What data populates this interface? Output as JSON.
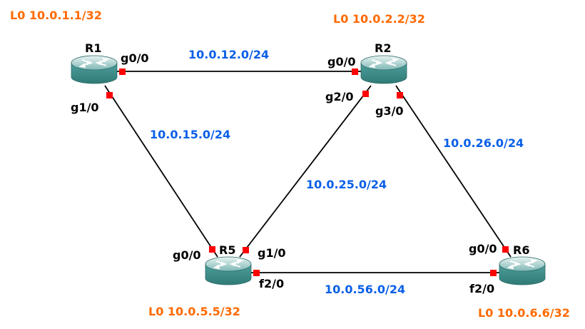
{
  "colors": {
    "loopback": "#ff6a00",
    "network": "#0a5fe8",
    "interface_dot": "#ff0000",
    "router_body": "#3d8f8c",
    "link": "#000000"
  },
  "routers": [
    {
      "id": "R1",
      "name": "R1",
      "loopback": "L0 10.0.1.1/32",
      "icon": "router-icon"
    },
    {
      "id": "R2",
      "name": "R2",
      "loopback": "L0 10.0.2.2/32",
      "icon": "router-icon"
    },
    {
      "id": "R5",
      "name": "R5",
      "loopback": "L0 10.0.5.5/32",
      "icon": "router-icon"
    },
    {
      "id": "R6",
      "name": "R6",
      "loopback": "L0 10.0.6.6/32",
      "icon": "router-icon"
    }
  ],
  "links": [
    {
      "id": "r1-r2",
      "from": "R1",
      "to": "R2",
      "network": "10.0.12.0/24",
      "from_if": "g0/0",
      "to_if": "g0/0"
    },
    {
      "id": "r1-r5",
      "from": "R1",
      "to": "R5",
      "network": "10.0.15.0/24",
      "from_if": "g1/0",
      "to_if": "g0/0"
    },
    {
      "id": "r2-r5",
      "from": "R2",
      "to": "R5",
      "network": "10.0.25.0/24",
      "from_if": "g2/0",
      "to_if": "g1/0"
    },
    {
      "id": "r2-r6",
      "from": "R2",
      "to": "R6",
      "network": "10.0.26.0/24",
      "from_if": "g3/0",
      "to_if": "g0/0"
    },
    {
      "id": "r5-r6",
      "from": "R5",
      "to": "R6",
      "network": "10.0.56.0/24",
      "from_if": "f2/0",
      "to_if": "f2/0"
    }
  ]
}
